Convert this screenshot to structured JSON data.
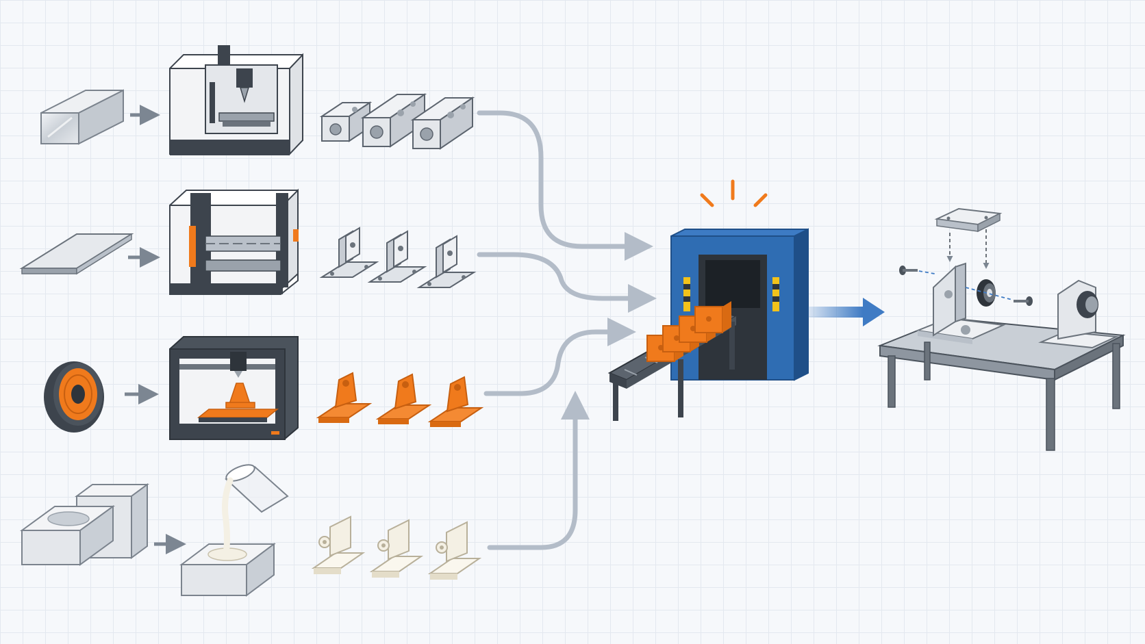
{
  "diagram": {
    "description_text": "",
    "colors": {
      "background": "#f6f8fb",
      "grid": "#e3e8ef",
      "flow_arrow": "#b3bcc8",
      "step_arrow": "#7c8692",
      "machine_body": "#f3f4f6",
      "machine_dark": "#3d444d",
      "metal_light": "#dfe3e8",
      "metal_mid": "#b9c0c9",
      "accent_orange": "#f07a1c",
      "resin_ivory": "#f4f0e4",
      "oven_blue": "#2f6db3",
      "oven_blue_dark": "#1f4f88",
      "output_arrow": "#3f7bc4",
      "hazard_yellow": "#f2c21b"
    },
    "process_rows": [
      {
        "name": "cnc-machining",
        "input_icon": "aluminum-block-icon",
        "machine_icon": "cnc-mill-icon",
        "output_icon": "machined-block-parts-icon"
      },
      {
        "name": "sheet-metal-bending",
        "input_icon": "metal-sheet-icon",
        "machine_icon": "press-brake-icon",
        "output_icon": "bent-bracket-parts-icon"
      },
      {
        "name": "3d-printing",
        "input_icon": "filament-spool-icon",
        "machine_icon": "3d-printer-icon",
        "output_icon": "printed-bracket-parts-icon"
      },
      {
        "name": "resin-casting",
        "input_icon": "silicone-mold-icon",
        "machine_icon": "resin-pour-icon",
        "output_icon": "cast-bracket-parts-icon"
      }
    ],
    "convergence_icon": "oven-conveyor-icon",
    "assembly_icon": "assembly-table-icon"
  }
}
